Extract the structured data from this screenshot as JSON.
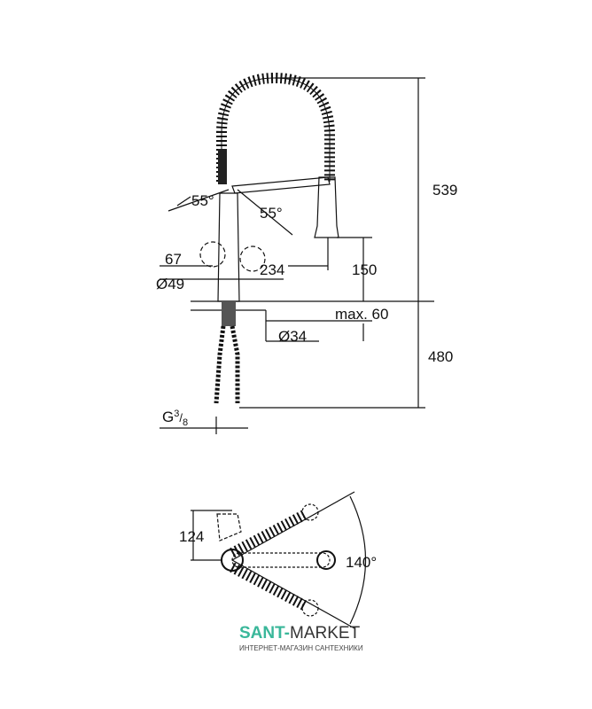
{
  "side_view": {
    "height_total": "539",
    "angle_left": "55°",
    "angle_right": "55°",
    "lever_offset": "67",
    "spout_reach": "234",
    "spout_height": "150",
    "base_diameter": "Ø49",
    "counter_thickness": "max. 60",
    "hole_diameter": "Ø34",
    "below_counter": "480",
    "connection": "G",
    "connection_num": "3",
    "connection_den": "8"
  },
  "top_view": {
    "depth": "124",
    "swivel_angle": "140°"
  },
  "logo": {
    "name_part1": "SANT-",
    "name_part2": "MARKET",
    "subtitle": "ИНТЕРНЕТ-МАГАЗИН САНТЕХНИКИ"
  }
}
